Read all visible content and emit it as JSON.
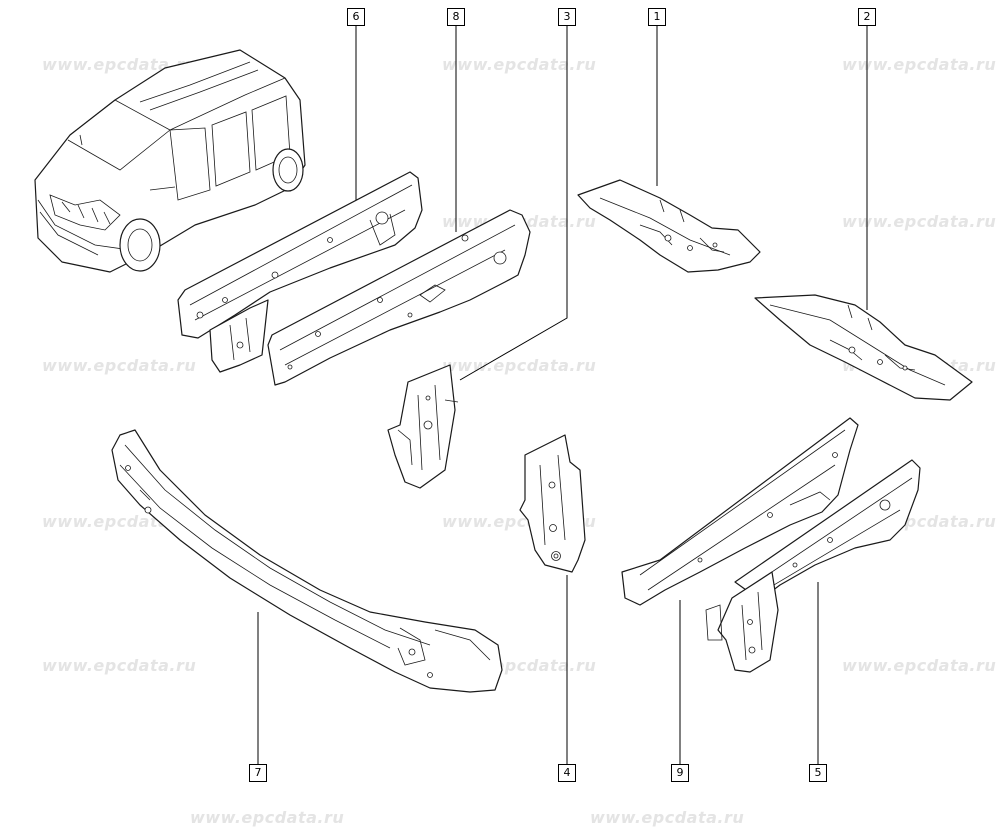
{
  "watermark": "www.epcdata.ru",
  "callouts": [
    "6",
    "8",
    "3",
    "1",
    "2",
    "7",
    "4",
    "9",
    "5"
  ],
  "icons": {
    "vehicle": "minivan-illustration-icon",
    "parts": "body-panel-drawing-icon"
  }
}
